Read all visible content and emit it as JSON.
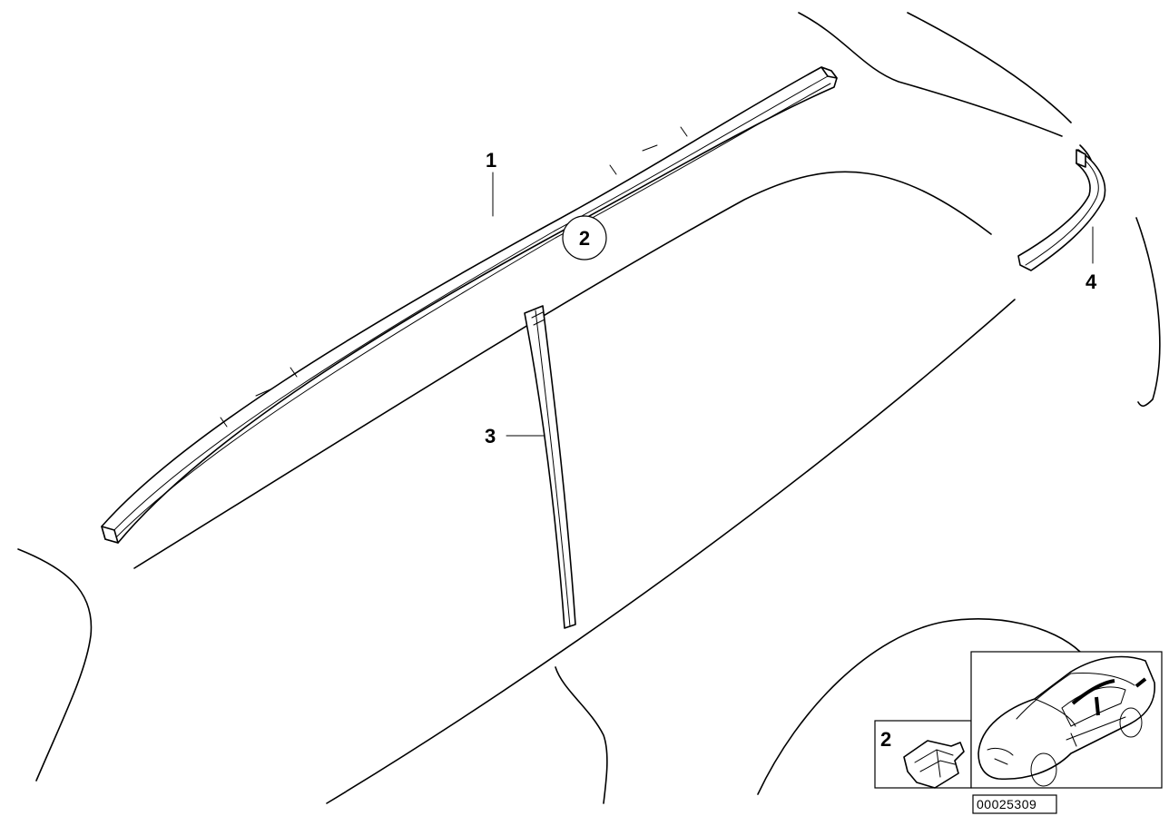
{
  "callouts": {
    "part1": "1",
    "part2": "2",
    "part3": "3",
    "part4": "4"
  },
  "inset": {
    "clip_label": "2"
  },
  "reference_number": "00025309",
  "colors": {
    "line": "#000000",
    "background": "#ffffff"
  }
}
